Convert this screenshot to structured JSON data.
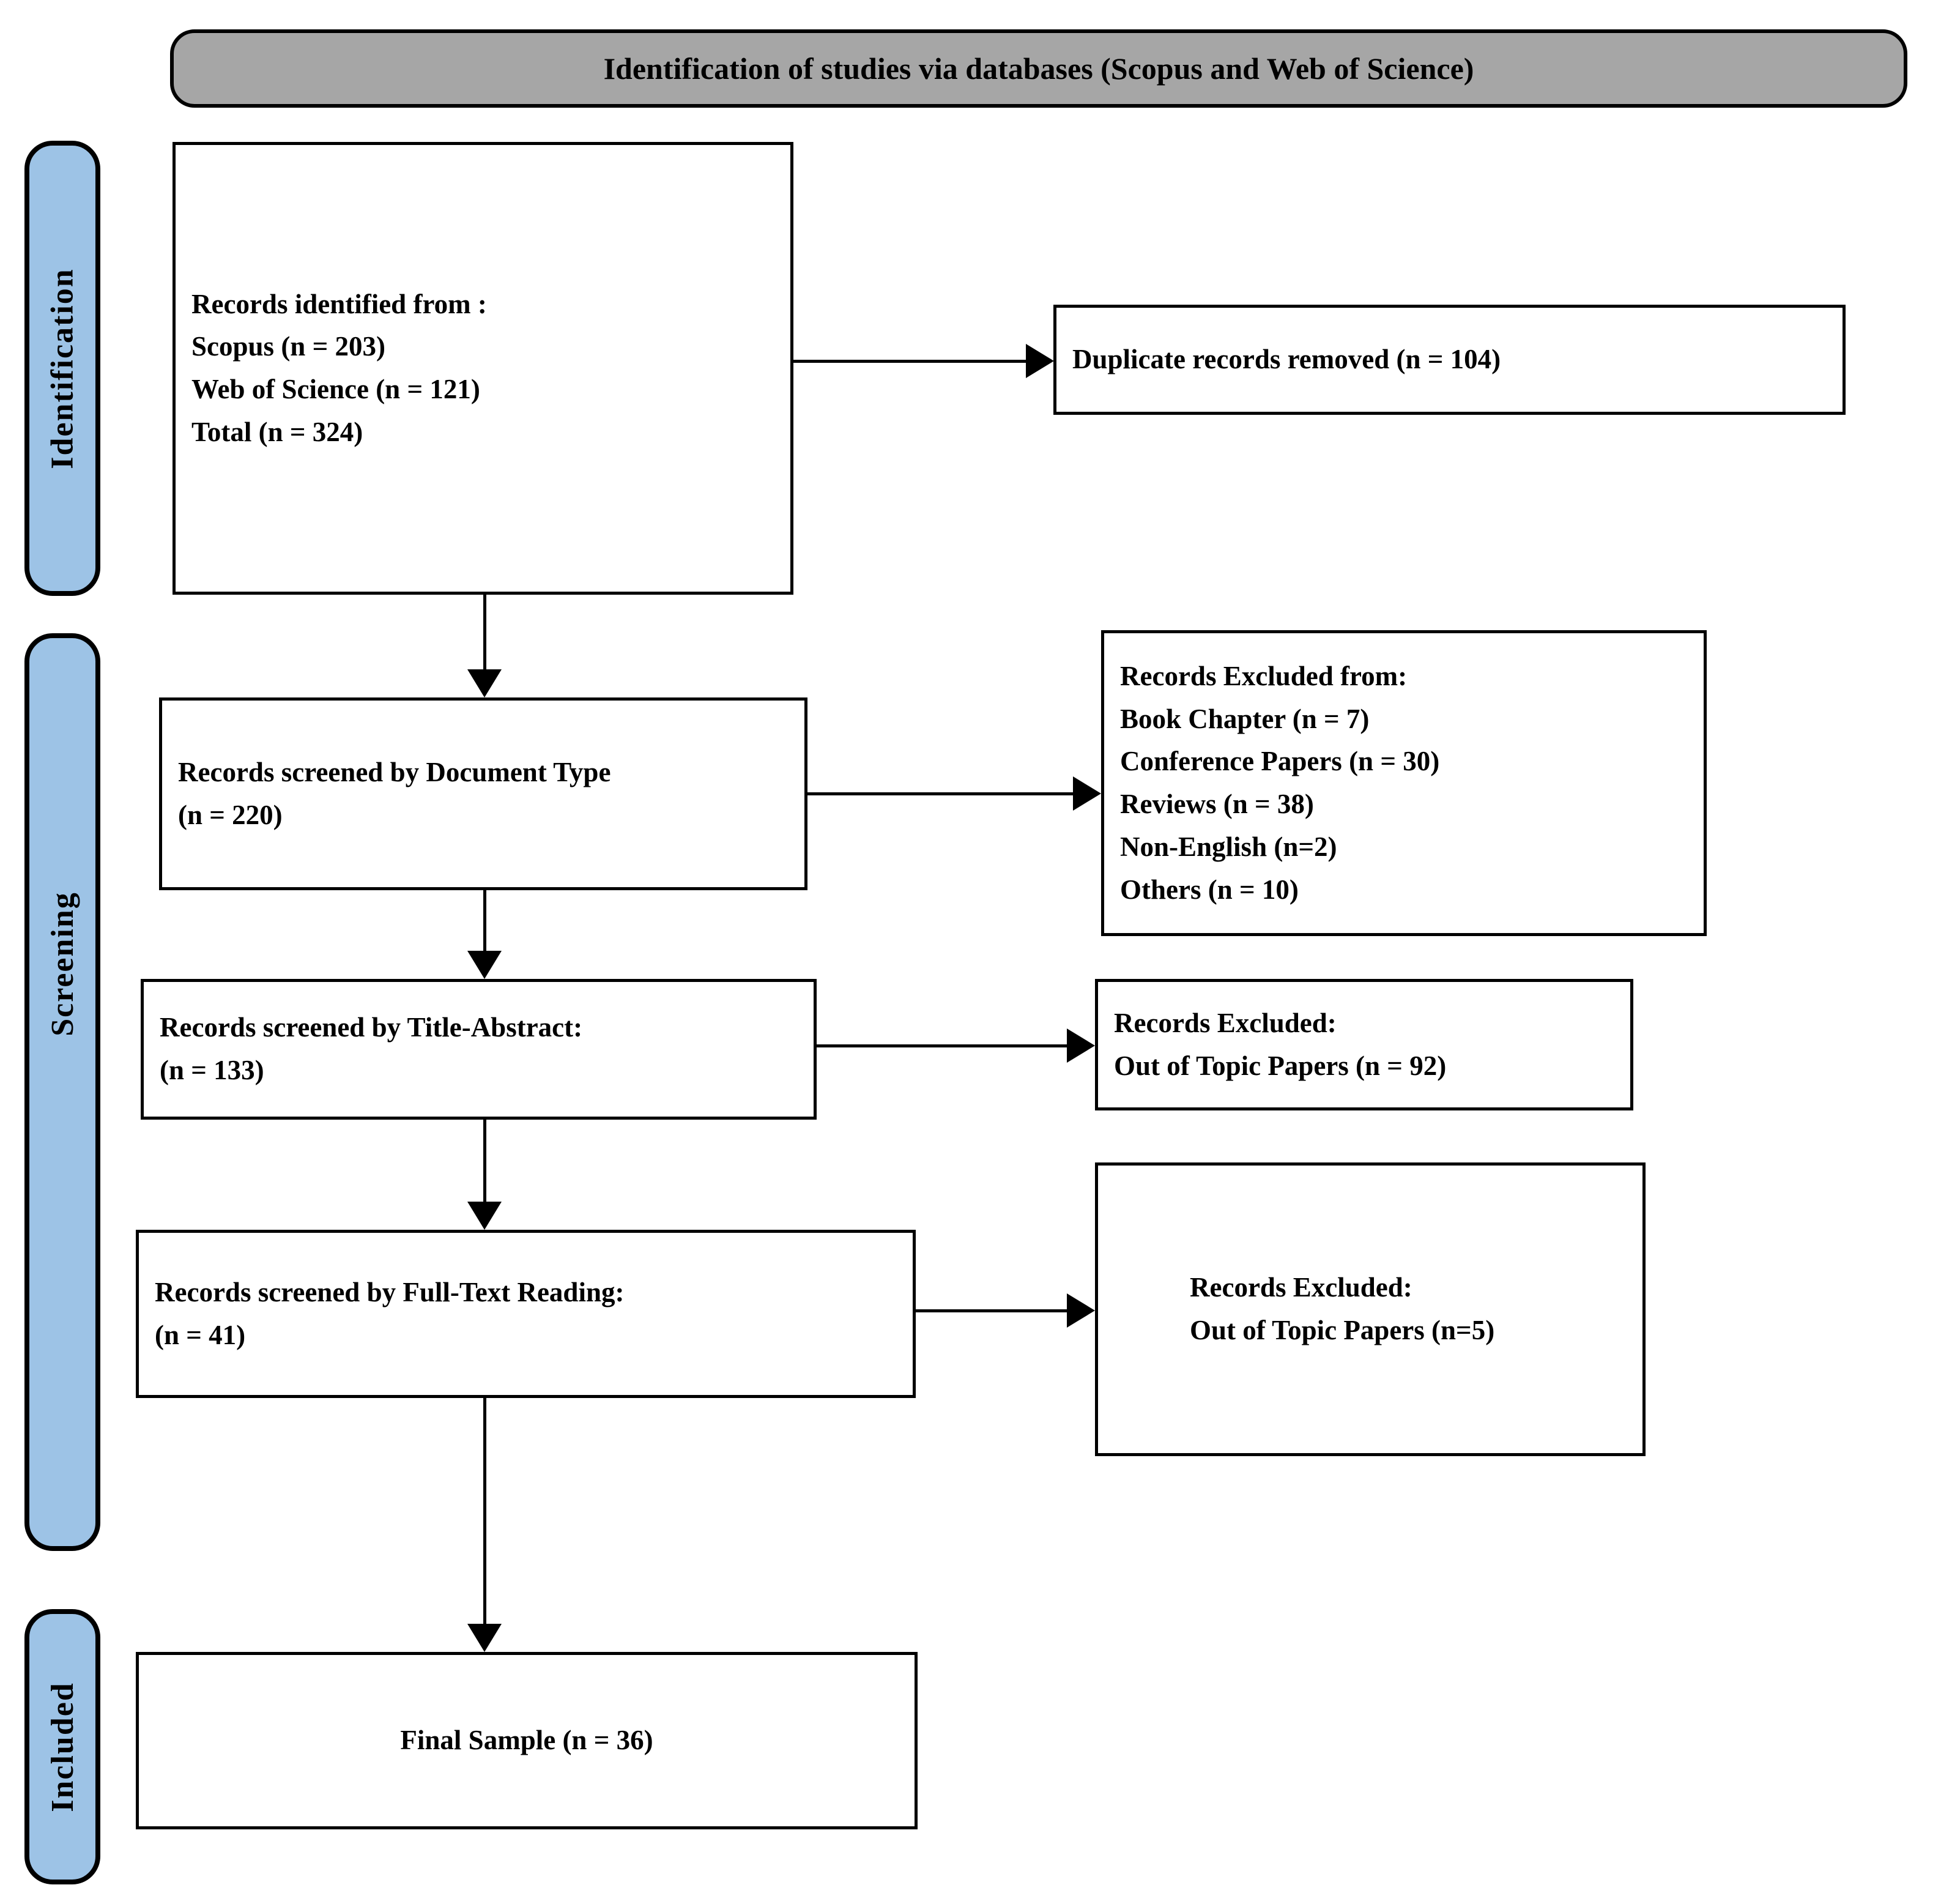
{
  "header": {
    "title": "Identification of studies via databases (Scopus and Web of Science)"
  },
  "stages": [
    {
      "id": "identification",
      "label": "Identification"
    },
    {
      "id": "screening",
      "label": "Screening"
    },
    {
      "id": "included",
      "label": "Included"
    }
  ],
  "nodes": {
    "identified": {
      "lines": [
        "Records identified from :",
        "Scopus (n = 203)",
        "Web of Science (n = 121)",
        "Total (n = 324)"
      ]
    },
    "duplicates": {
      "lines": [
        "Duplicate records removed (n = 104)"
      ]
    },
    "screen_doctype": {
      "lines": [
        "Records screened by Document Type",
        "(n = 220)"
      ]
    },
    "excluded_doctype": {
      "lines": [
        "Records Excluded from:",
        "Book Chapter (n = 7)",
        "Conference Papers (n = 30)",
        "Reviews (n = 38)",
        "Non-English (n=2)",
        "Others (n = 10)"
      ]
    },
    "screen_title": {
      "lines": [
        "Records screened by Title-Abstract:",
        "(n = 133)"
      ]
    },
    "excluded_title": {
      "lines": [
        "Records Excluded:",
        "Out of Topic Papers (n = 92)"
      ]
    },
    "screen_fulltext": {
      "lines": [
        "Records screened by Full-Text Reading:",
        "(n = 41)"
      ]
    },
    "excluded_fulltext": {
      "lines": [
        "Records Excluded:",
        "Out of Topic Papers (n=5)"
      ]
    },
    "final_sample": {
      "lines": [
        "Final Sample (n = 36)"
      ]
    }
  },
  "colors": {
    "stage_fill": "#9DC3E6",
    "header_fill": "#A6A6A6",
    "stroke": "#000000",
    "node_fill": "#FFFFFF"
  },
  "chart_data": {
    "type": "table",
    "title": "Identification of studies via databases (Scopus and Web of Science)",
    "flow_stages": [
      {
        "stage": "Identification",
        "records_in": 324,
        "sources": [
          {
            "name": "Scopus",
            "n": 203
          },
          {
            "name": "Web of Science",
            "n": 121
          }
        ],
        "excluded": [
          {
            "reason": "Duplicate records removed",
            "n": 104
          }
        ]
      },
      {
        "stage": "Screening",
        "step": "Records screened by Document Type",
        "records_in": 220,
        "excluded": [
          {
            "reason": "Book Chapter",
            "n": 7
          },
          {
            "reason": "Conference Papers",
            "n": 30
          },
          {
            "reason": "Reviews",
            "n": 38
          },
          {
            "reason": "Non-English",
            "n": 2
          },
          {
            "reason": "Others",
            "n": 10
          }
        ]
      },
      {
        "stage": "Screening",
        "step": "Records screened by Title-Abstract",
        "records_in": 133,
        "excluded": [
          {
            "reason": "Out of Topic Papers",
            "n": 92
          }
        ]
      },
      {
        "stage": "Screening",
        "step": "Records screened by Full-Text Reading",
        "records_in": 41,
        "excluded": [
          {
            "reason": "Out of Topic Papers",
            "n": 5
          }
        ]
      },
      {
        "stage": "Included",
        "step": "Final Sample",
        "records_in": 36,
        "excluded": []
      }
    ]
  }
}
